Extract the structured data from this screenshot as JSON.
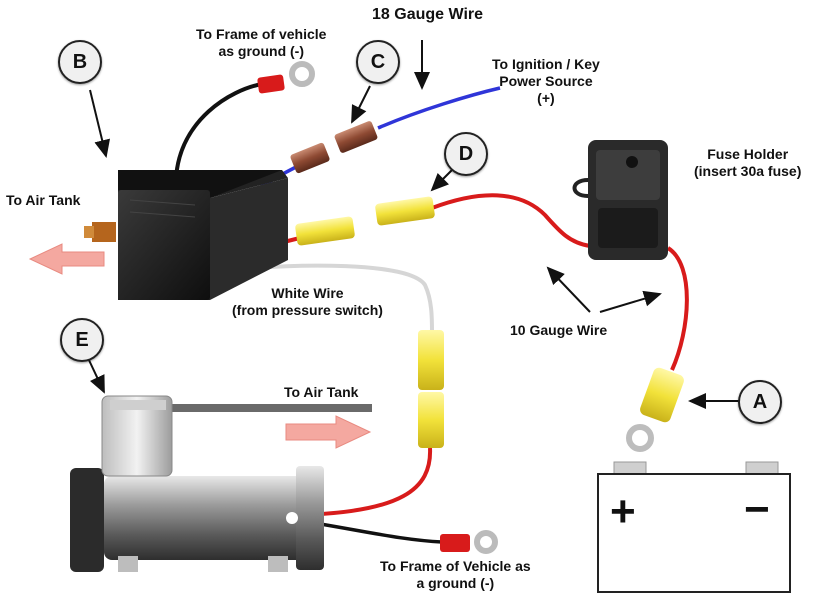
{
  "colors": {
    "red_wire": "#d81b1b",
    "blue_wire": "#2f35d8",
    "black_wire": "#111111",
    "white_wire": "#d8d8d8",
    "connector_yellow": "#f4e84a",
    "arrow_pink": "#f4a8a0",
    "background": "#ffffff"
  },
  "callouts": {
    "a": "A",
    "b": "B",
    "c": "C",
    "d": "D",
    "e": "E"
  },
  "labels": {
    "gauge18": "18 Gauge Wire",
    "frame_ground_top_l1": "To Frame of vehicle",
    "frame_ground_top_l2": "as ground (-)",
    "ignition_l1": "To Ignition / Key",
    "ignition_l2": "Power Source",
    "ignition_l3": "(+)",
    "fuse_holder_l1": "Fuse Holder",
    "fuse_holder_l2": "(insert 30a fuse)",
    "air_tank_left": "To Air Tank",
    "white_wire_l1": "White Wire",
    "white_wire_l2": "(from pressure switch)",
    "gauge10": "10 Gauge Wire",
    "air_tank_compressor": "To Air Tank",
    "frame_ground_bottom_l1": "To Frame of Vehicle as",
    "frame_ground_bottom_l2": "a ground (-)"
  },
  "battery": {
    "plus_symbol": "+",
    "minus_symbol": "−"
  }
}
